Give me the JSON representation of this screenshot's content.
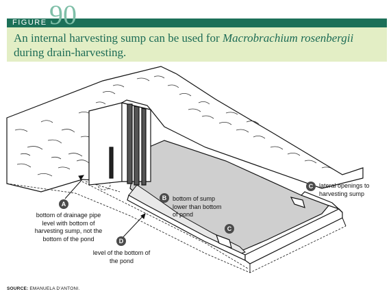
{
  "figure": {
    "word": "FIGURE",
    "number": "90"
  },
  "caption": {
    "part1": "An internal harvesting sump can be used for ",
    "italic": "Macrobrachium rosenbergii",
    "part2": " during drain-harvesting."
  },
  "callouts": {
    "a": {
      "letter": "A",
      "text": "bottom of drainage pipe level with bottom of harvesting sump, not the bottom of the pond"
    },
    "b": {
      "letter": "B",
      "text": "bottom of sump lower than bottom of pond"
    },
    "c": {
      "letter": "C",
      "text": "lateral openings to harvesting sump"
    },
    "c2": {
      "letter": "C"
    },
    "d": {
      "letter": "D",
      "text": "level of the bottom of the pond"
    }
  },
  "source": {
    "label": "SOURCE:",
    "text": "EMANUELA D'ANTONI."
  },
  "colors": {
    "header": "#1c7058",
    "caption_bg": "#e3eec5",
    "caption_text": "#1c6b55",
    "badge": "#4b4b4b",
    "sump_floor": "#cfcfcf"
  }
}
